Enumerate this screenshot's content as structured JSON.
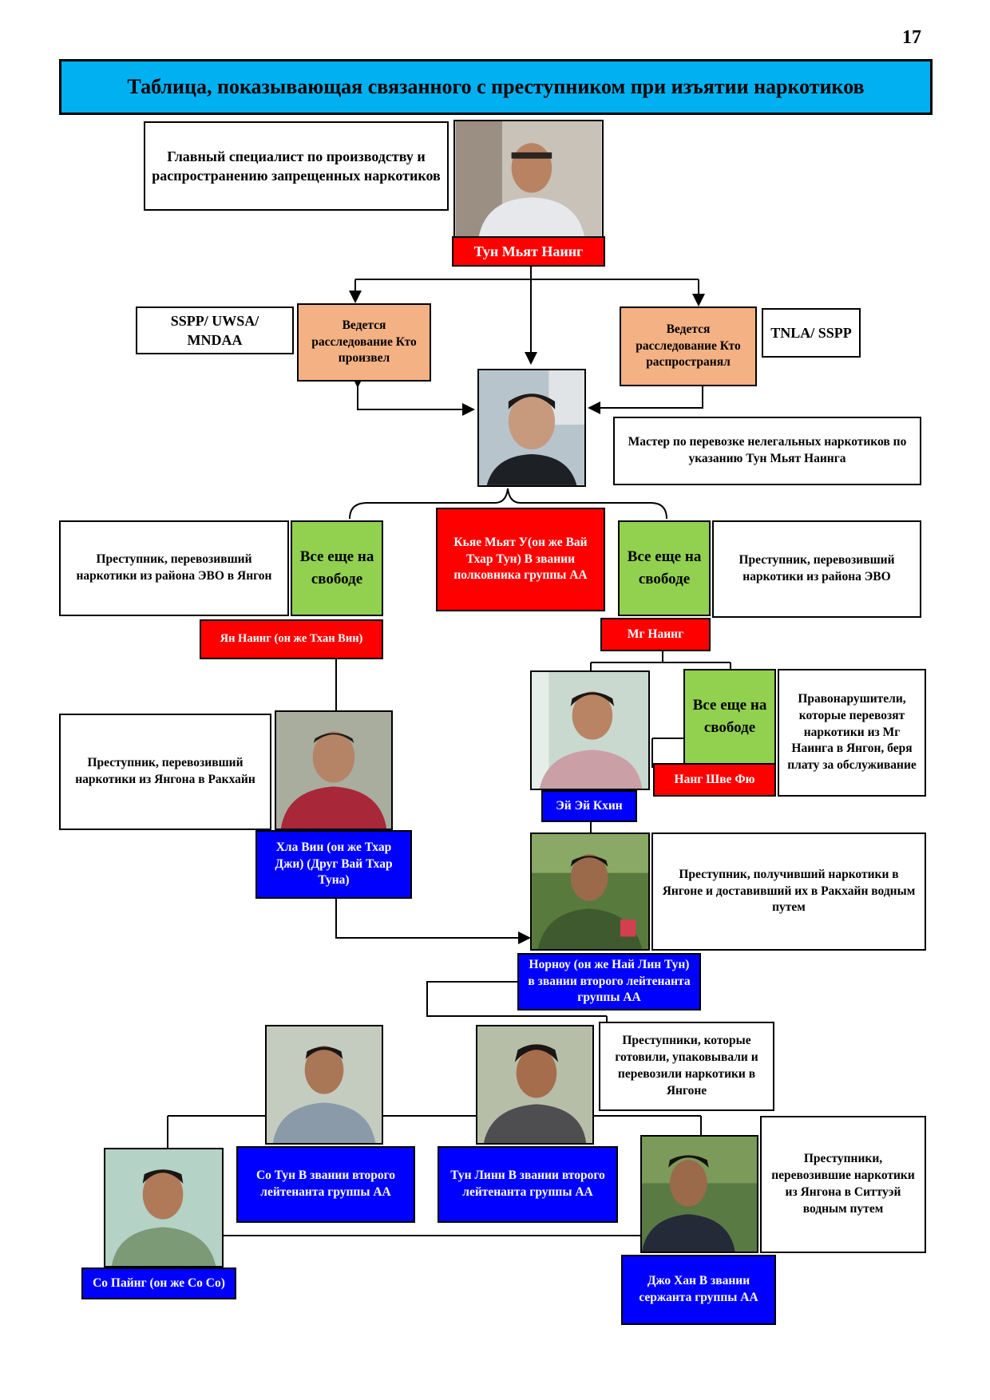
{
  "page_number": "17",
  "title": "Таблица, показывающая связанного с преступником при изъятии наркотиков",
  "chief": {
    "description": "Главный специалист по производству и распространению запрещенных наркотиков",
    "name": "Тун Мьят Наинг"
  },
  "left_branch": {
    "groups": "SSPP/ UWSA/ MNDAA",
    "status": "Ведется расследование Кто произвел"
  },
  "right_branch": {
    "status": "Ведется расследование Кто распространял",
    "groups": "TNLA/ SSPP"
  },
  "master": {
    "description": "Мастер по перевозке нелегальных наркотиков по указанию Тун Мьят Наинга"
  },
  "yan_naing": {
    "description": "Преступник, перевозивший наркотики из района ЭВО в Янгон",
    "status": "Все еще на свободе",
    "name": "Ян Наинг (он же Тхан Вин)"
  },
  "kyaw_myat_u": {
    "name": "Кьяе Мьят У(он же Вай Тхар Тун) В звании полковника группы АА"
  },
  "mg_naing": {
    "status": "Все еще на свободе",
    "description": "Преступник, перевозивший наркотики из района ЭВО",
    "name": "Мг Наинг"
  },
  "hla_win": {
    "description": "Преступник, перевозивший наркотики из Янгона в Ракхайн",
    "name": "Хла Вин (он же Тхар Джи) (Друг Вай Тхар Туна)"
  },
  "aye_aye_khin": {
    "name": "Эй Эй Кхин"
  },
  "nang_shwe_phyu": {
    "status": "Все еще на свободе",
    "name": "Нанг Шве Фю",
    "description": "Правонарушители, которые перевозят наркотики из Мг Наинга в Янгон, беря плату за обслуживание"
  },
  "nornoy": {
    "description": "Преступник, получивший наркотики в Янгоне и доставивший их в Ракхайн водным путем",
    "name": "Норноу (он же Най Лин Тун) в звании второго лейтенанта группы АА"
  },
  "packers": {
    "description": "Преступники, которые готовили, упаковывали и перевозили наркотики в Янгоне"
  },
  "so_tun": {
    "name": "Со Тун В звании второго лейтенанта группы АА"
  },
  "tun_linn": {
    "name": "Тун Линн В звании второго лейтенанта группы АА"
  },
  "so_paing": {
    "name": "Со Пайнг (он же Со Со)"
  },
  "jo_han": {
    "description": "Преступники, перевозившие наркотики из Янгона в Ситтуэй водным путем",
    "name": "Джо Хан В звании сержанта группы АА"
  }
}
